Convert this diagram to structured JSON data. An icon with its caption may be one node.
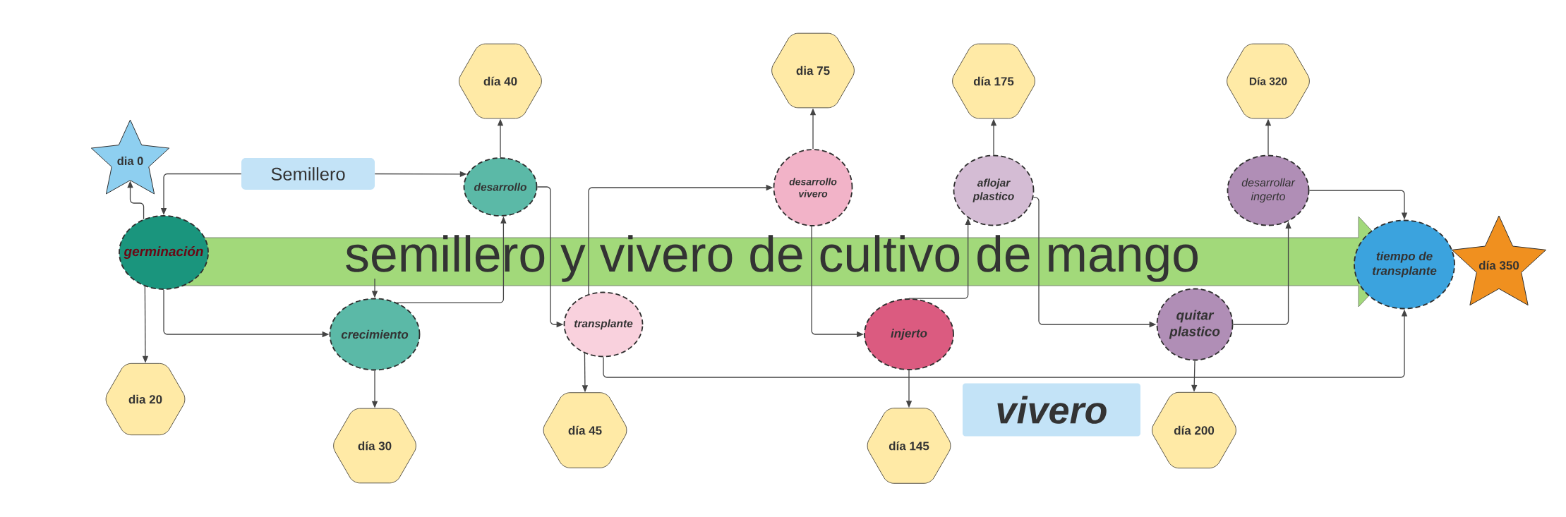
{
  "diagram": {
    "title": "semillero y vivero de cultivo de mango",
    "nodes": [
      {
        "text": [
          "dia 0"
        ]
      },
      {
        "text": [
          "germinación"
        ]
      },
      {
        "text": [
          "Semillero"
        ]
      },
      {
        "text": [
          "dia 20"
        ]
      },
      {
        "text": [
          "crecimiento"
        ]
      },
      {
        "text": [
          "día 30"
        ]
      },
      {
        "text": [
          "día 40"
        ]
      },
      {
        "text": [
          "desarrollo"
        ]
      },
      {
        "text": [
          "transplante"
        ]
      },
      {
        "text": [
          "día 45"
        ]
      },
      {
        "text": [
          "dia 75"
        ]
      },
      {
        "text": [
          "desarrollo vivero"
        ]
      },
      {
        "text": [
          "injerto"
        ]
      },
      {
        "text": [
          "día 145"
        ]
      },
      {
        "text": [
          "día 175"
        ]
      },
      {
        "text": [
          "aflojar plastico"
        ]
      },
      {
        "text": [
          "vivero"
        ]
      },
      {
        "text": [
          "quitar plastico"
        ]
      },
      {
        "text": [
          "día 200"
        ]
      },
      {
        "text": [
          "Día 320"
        ]
      },
      {
        "text": [
          "desarrollar ingerto"
        ]
      },
      {
        "text": [
          "tiempo de transplante"
        ]
      },
      {
        "text": [
          "día 350"
        ]
      }
    ],
    "edges": [
      {
        "from": 1,
        "to": 0,
        "arrow": "to"
      },
      {
        "from": 2,
        "to": 1,
        "arrow": "to"
      },
      {
        "from": 2,
        "to": 7,
        "arrow": "to"
      },
      {
        "from": 1,
        "to": 3,
        "arrow": "to"
      },
      {
        "from": 1,
        "to": 4,
        "arrow": "to"
      },
      {
        "from": 4,
        "to": 5,
        "arrow": "to"
      },
      {
        "from": null,
        "to": 4,
        "arrow": "to"
      },
      {
        "from": 4,
        "to": 7,
        "arrow": "to"
      },
      {
        "from": 7,
        "to": 6,
        "arrow": "to"
      },
      {
        "from": 7,
        "to": 8,
        "arrow": "to"
      },
      {
        "from": 8,
        "to": 9,
        "arrow": "to"
      },
      {
        "from": 8,
        "to": 11,
        "arrow": "to"
      },
      {
        "from": 8,
        "to": 21,
        "arrow": "to"
      },
      {
        "from": 11,
        "to": 10,
        "arrow": "to"
      },
      {
        "from": 11,
        "to": 12,
        "arrow": "to"
      },
      {
        "from": 12,
        "to": 13,
        "arrow": "to"
      },
      {
        "from": 12,
        "to": 15,
        "arrow": "to"
      },
      {
        "from": 15,
        "to": 14,
        "arrow": "to"
      },
      {
        "from": 15,
        "to": 17,
        "arrow": "to"
      },
      {
        "from": 17,
        "to": 18,
        "arrow": "to"
      },
      {
        "from": 17,
        "to": 20,
        "arrow": "to"
      },
      {
        "from": 20,
        "to": 19,
        "arrow": "to"
      },
      {
        "from": 20,
        "to": 21,
        "arrow": "to"
      }
    ]
  }
}
